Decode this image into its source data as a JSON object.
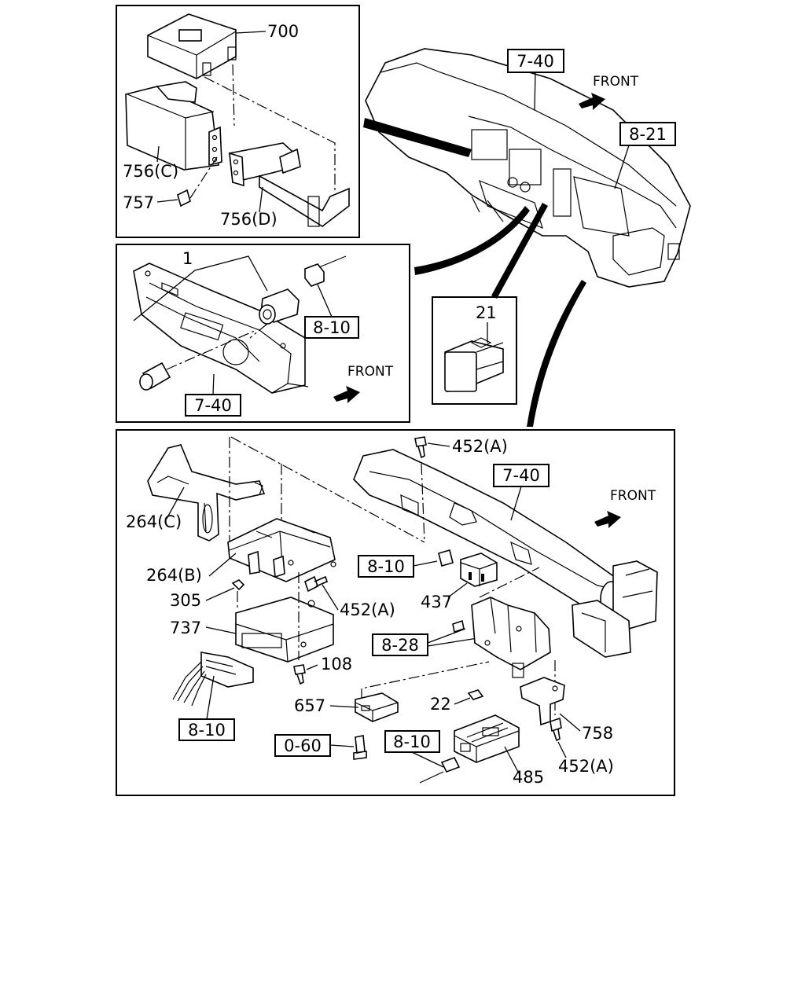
{
  "panels": {
    "top_left": {
      "parts": {
        "p700": "700",
        "p756c": "756(C)",
        "p757": "757",
        "p756d": "756(D)"
      }
    },
    "top_right": {
      "refs": {
        "r740": "7-40",
        "r821": "8-21"
      },
      "front": "FRONT"
    },
    "middle_left": {
      "parts": {
        "p1": "1"
      },
      "refs": {
        "r810": "8-10",
        "r740": "7-40"
      },
      "front": "FRONT"
    },
    "middle_right": {
      "parts": {
        "p21": "21"
      }
    },
    "bottom": {
      "parts": {
        "p452a_top": "452(A)",
        "p264c": "264(C)",
        "p264b": "264(B)",
        "p305": "305",
        "p452a_mid": "452(A)",
        "p737": "737",
        "p108": "108",
        "p437": "437",
        "p657": "657",
        "p22": "22",
        "p758": "758",
        "p485": "485",
        "p452a_bot": "452(A)"
      },
      "refs": {
        "r740": "7-40",
        "r810_a": "8-10",
        "r828": "8-28",
        "r810_b": "8-10",
        "r060": "0-60",
        "r810_c": "8-10"
      },
      "front": "FRONT"
    }
  }
}
